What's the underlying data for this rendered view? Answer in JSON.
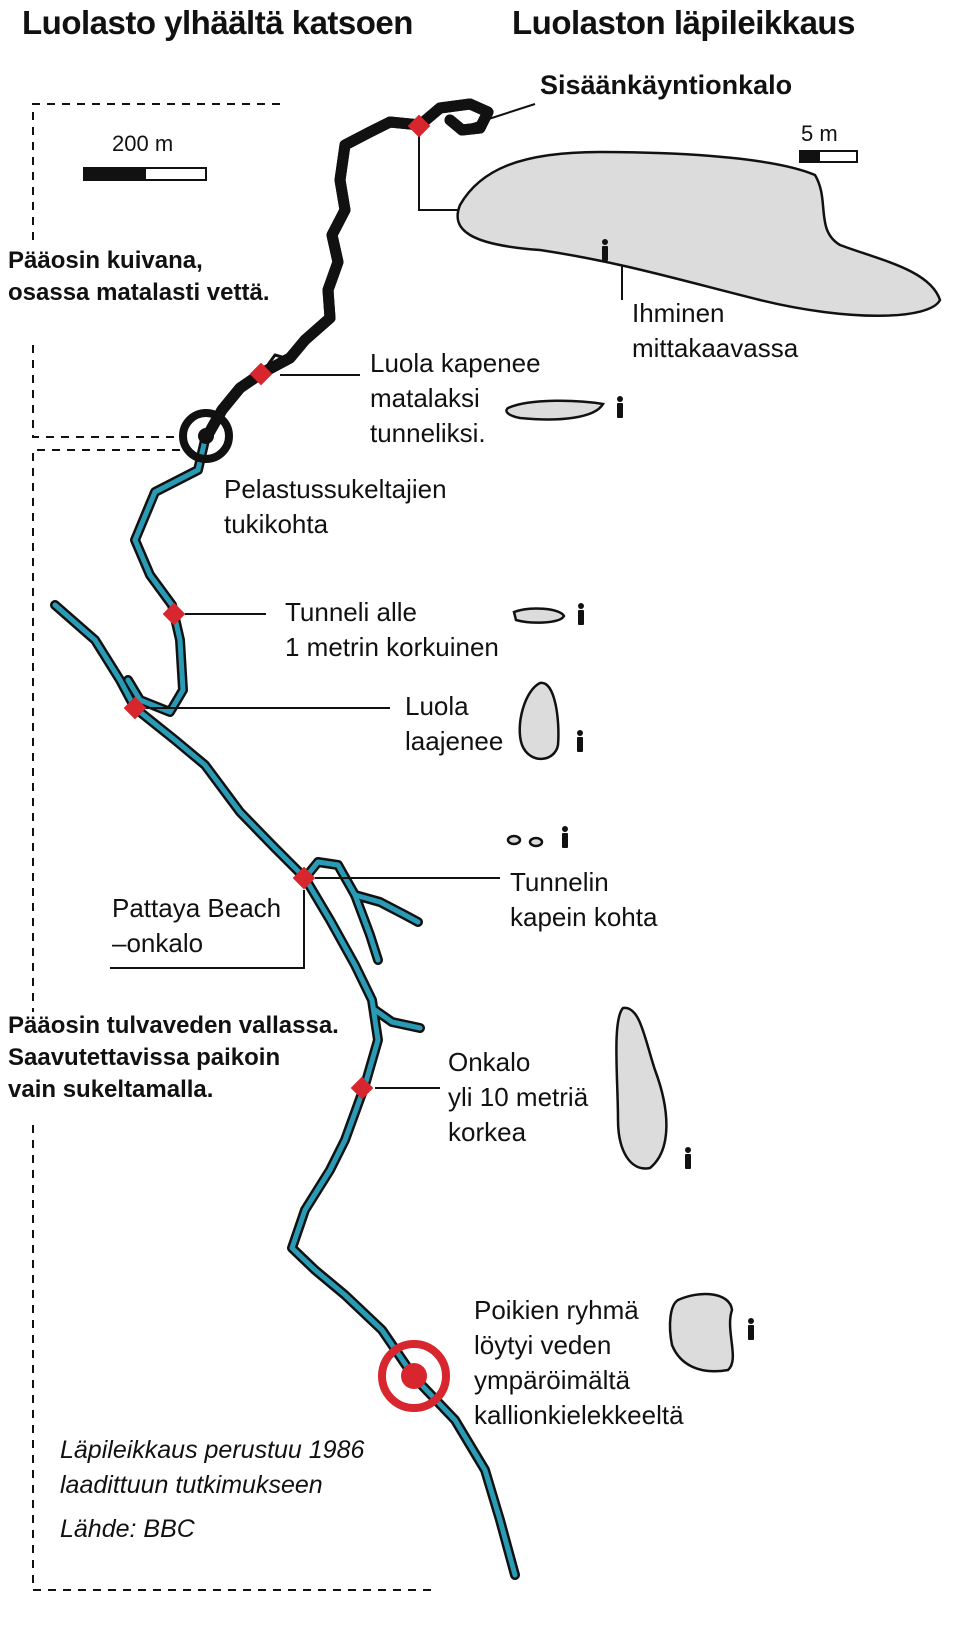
{
  "titles": {
    "top_view": "Luolasto ylhäältä katsoen",
    "cross_section": "Luolaston läpileikkaus"
  },
  "scales": {
    "map": "200 m",
    "section": "5 m"
  },
  "zones": {
    "dry": [
      "Pääosin kuivana,",
      "osassa matalasti vettä."
    ],
    "flooded": [
      "Pääosin tulvaveden vallassa.",
      "Saavutettavissa paikoin",
      "vain sukeltamalla."
    ]
  },
  "labels": {
    "entrance": "Sisäänkäyntionkalo",
    "human": [
      "Ihminen",
      "mittakaavassa"
    ],
    "narrows": [
      "Luola kapenee",
      "matalaksi",
      "tunneliksi."
    ],
    "base": [
      "Pelastussukeltajien",
      "tukikohta"
    ],
    "tunnel_low": [
      "Tunneli alle",
      "1 metrin korkuinen"
    ],
    "widens": [
      "Luola",
      "laajenee"
    ],
    "narrowest": [
      "Tunnelin",
      "kapein kohta"
    ],
    "pattaya": [
      "Pattaya Beach",
      "–onkalo"
    ],
    "chamber": [
      "Onkalo",
      "yli 10 metriä",
      "korkea"
    ],
    "boys": [
      "Poikien ryhmä",
      "löytyi veden",
      "ympäröimältä",
      "kallionkielekkeeltä"
    ]
  },
  "footer": {
    "note": [
      "Läpileikkaus perustuu 1986",
      "laadittuun tutkimukseen"
    ],
    "source": "Lähde: BBC"
  },
  "colors": {
    "water": "#2a9bb5",
    "marker": "#d7262d",
    "section_fill": "#dcdcdc"
  }
}
